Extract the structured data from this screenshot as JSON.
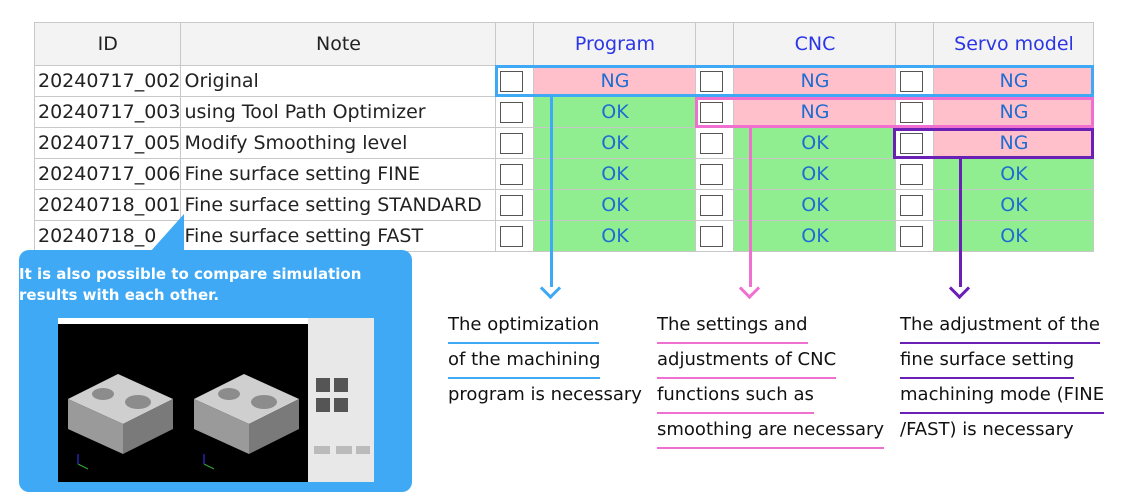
{
  "table": {
    "headers": {
      "id": "ID",
      "note": "Note",
      "program": "Program",
      "cnc": "CNC",
      "servo": "Servo model"
    },
    "rows": [
      {
        "id": "20240717_002",
        "note": "Original",
        "program": "NG",
        "cnc": "NG",
        "servo": "NG"
      },
      {
        "id": "20240717_003",
        "note": "using Tool Path Optimizer",
        "program": "OK",
        "cnc": "NG",
        "servo": "NG"
      },
      {
        "id": "20240717_005",
        "note": "Modify Smoothing level",
        "program": "OK",
        "cnc": "OK",
        "servo": "NG"
      },
      {
        "id": "20240717_006",
        "note": "Fine surface setting FINE",
        "program": "OK",
        "cnc": "OK",
        "servo": "OK"
      },
      {
        "id": "20240718_001",
        "note": "Fine surface setting STANDARD",
        "program": "OK",
        "cnc": "OK",
        "servo": "OK"
      },
      {
        "id": "20240718_0",
        "note": "Fine surface setting FAST",
        "program": "OK",
        "cnc": "OK",
        "servo": "OK"
      }
    ]
  },
  "callout": {
    "text": "It is also possible to compare simulation results with each other."
  },
  "explanations": {
    "program": [
      "The optimization",
      "of the machining",
      "program is necessary"
    ],
    "cnc": [
      "The settings and",
      "adjustments of CNC",
      "functions such as",
      "smoothing are necessary"
    ],
    "servo": [
      "The adjustment of the",
      "fine surface setting",
      "machining mode (FINE",
      "/FAST) is necessary"
    ]
  },
  "colors": {
    "ok": "#90ee90",
    "ng": "#ffc0cb",
    "program_accent": "#3fa9f5",
    "cnc_accent": "#f070d0",
    "servo_accent": "#6a1fb5"
  }
}
